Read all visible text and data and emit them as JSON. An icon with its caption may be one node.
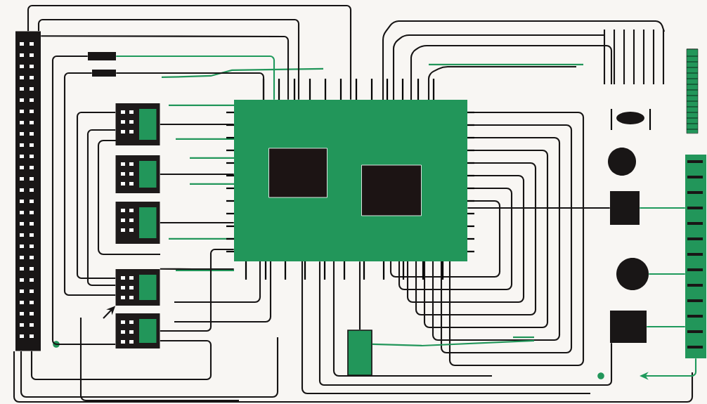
{
  "diagram": {
    "nodes": [
      {
        "text": [],
        "shape": "bar"
      },
      {
        "text": [],
        "shape": "box"
      },
      {
        "text": [],
        "shape": "box",
        "in": 1
      },
      {
        "text": [],
        "shape": "box",
        "in": 1
      },
      {
        "text": [],
        "shape": "box"
      },
      {
        "text": [],
        "shape": "box"
      },
      {
        "text": [],
        "shape": "box"
      },
      {
        "text": [],
        "shape": "box"
      },
      {
        "text": [],
        "shape": "box"
      },
      {
        "text": [],
        "shape": "box"
      },
      {
        "text": [],
        "shape": "picture"
      },
      {
        "text": [],
        "shape": "circle"
      },
      {
        "text": [],
        "shape": "box"
      },
      {
        "text": [],
        "shape": "circle"
      },
      {
        "text": [],
        "shape": "box"
      },
      {
        "text": [],
        "shape": "cylinder"
      },
      {
        "text": [],
        "shape": "bar"
      },
      {
        "text": [],
        "shape": "box"
      },
      {
        "text": [],
        "shape": "box"
      }
    ],
    "edges": [
      {
        "from": 4,
        "to": 1,
        "arrow": "none"
      },
      {
        "from": 5,
        "to": 1,
        "arrow": "none"
      },
      {
        "from": 6,
        "to": 1,
        "arrow": "none"
      },
      {
        "from": 7,
        "to": 1,
        "arrow": "none"
      },
      {
        "from": 8,
        "to": 1,
        "arrow": "none"
      },
      {
        "from": 0,
        "to": 1,
        "arrow": "none"
      },
      {
        "from": 1,
        "to": 12,
        "arrow": "none"
      },
      {
        "from": 12,
        "to": 16,
        "arrow": "none",
        "color": "#1f9a5c"
      },
      {
        "from": 14,
        "to": 16,
        "arrow": "none",
        "color": "#1f9a5c"
      },
      {
        "from": 16,
        "to": null,
        "arrow": "to",
        "color": "#1f9a5c"
      },
      {
        "from": null,
        "to": 7,
        "arrow": "to"
      },
      {
        "from": 9,
        "to": 1,
        "arrow": "none"
      },
      {
        "from": 13,
        "to": 16,
        "arrow": "none",
        "color": "#1f9a5c"
      },
      {
        "from": 17,
        "to": 1,
        "arrow": "none",
        "color": "#1f9a5c"
      },
      {
        "from": 18,
        "to": 1,
        "arrow": "none"
      },
      {
        "from": 0,
        "to": 1,
        "arrow": "none"
      },
      {
        "from": 0,
        "to": 1,
        "arrow": "none"
      },
      {
        "from": 17,
        "to": 8,
        "arrow": "none"
      },
      {
        "from": 18,
        "to": 7,
        "arrow": "none"
      },
      {
        "from": 4,
        "to": 7,
        "arrow": "none"
      },
      {
        "from": 4,
        "to": 7,
        "arrow": "none"
      },
      {
        "from": 0,
        "to": 8,
        "arrow": "none"
      },
      {
        "from": 1,
        "to": 14,
        "arrow": "none"
      }
    ]
  }
}
